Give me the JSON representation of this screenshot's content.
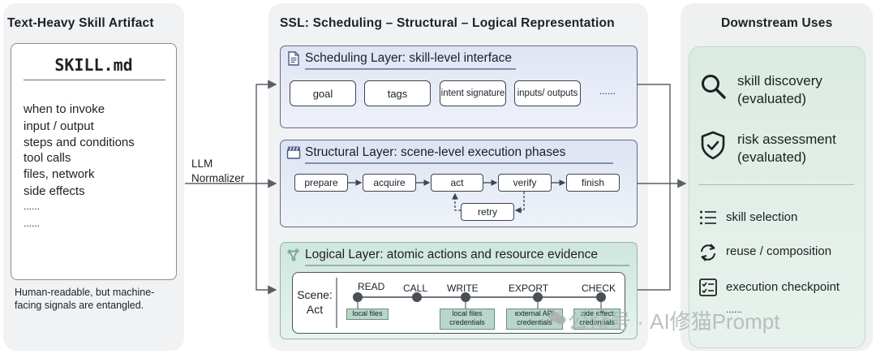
{
  "left_panel": {
    "title": "Text-Heavy Skill Artifact",
    "file_name": "SKILL.md",
    "lines": [
      "when to invoke",
      "input / output",
      "steps and conditions",
      "tool calls",
      "files, network",
      "side effects",
      "......",
      "......"
    ],
    "note": "Human-readable, but machine-facing signals are entangled."
  },
  "normalizer": {
    "line1": "LLM",
    "line2": "Normalizer"
  },
  "middle_panel": {
    "title": "SSL: Scheduling – Structural – Logical Representation",
    "scheduling": {
      "title": "Scheduling Layer: skill-level interface",
      "items": [
        "goal",
        "tags",
        "intent signature",
        "inputs/ outputs"
      ],
      "more": "......"
    },
    "structural": {
      "title": "Structural Layer: scene-level execution phases",
      "phases": [
        "prepare",
        "acquire",
        "act",
        "verify",
        "finish"
      ],
      "retry": "retry"
    },
    "logical": {
      "title": "Logical Layer: atomic actions and resource evidence",
      "scene_label": "Scene: Act",
      "actions": [
        "READ",
        "CALL",
        "WRITE",
        "EXPORT",
        "CHECK"
      ],
      "evidence": [
        "local files",
        "local files credentials",
        "external API credentials",
        "side effect credentials"
      ]
    }
  },
  "right_panel": {
    "title": "Downstream Uses",
    "evaluated": [
      {
        "icon": "magnifier-icon",
        "text": "skill discovery (evaluated)"
      },
      {
        "icon": "shield-check-icon",
        "text": "risk assessment (evaluated)"
      }
    ],
    "uses": [
      {
        "icon": "list-icon",
        "text": "skill selection"
      },
      {
        "icon": "refresh-icon",
        "text": "reuse / composition"
      },
      {
        "icon": "checklist-icon",
        "text": "execution checkpoint"
      }
    ],
    "more": "......"
  },
  "watermark": "公众号 · AI修猫Prompt",
  "colors": {
    "panel_bg": "#f1f2f4",
    "structural_fill": "#dde4f2",
    "logical_fill": "#cfe6de",
    "evidence_fill": "#b7d6c9",
    "arrow": "#5a5f66"
  }
}
